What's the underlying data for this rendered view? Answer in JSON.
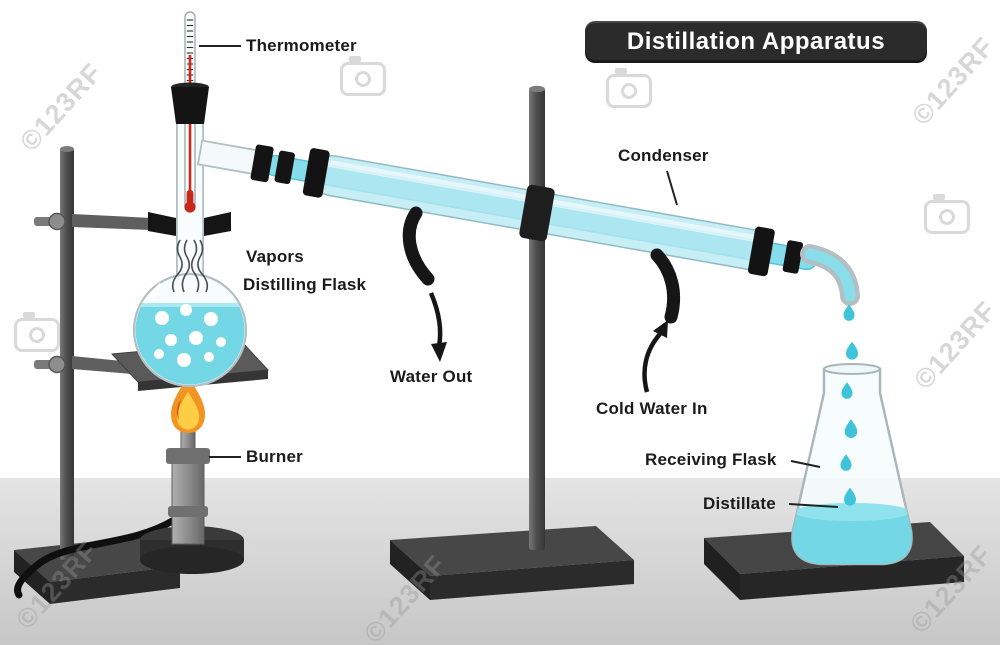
{
  "title": "Distillation Apparatus",
  "labels": {
    "thermometer": "Thermometer",
    "vapors": "Vapors",
    "distilling_flask": "Distilling Flask",
    "burner": "Burner",
    "water_out": "Water Out",
    "condenser": "Condenser",
    "cold_water_in": "Cold Water In",
    "receiving_flask": "Receiving Flask",
    "distillate": "Distillate"
  },
  "watermark": {
    "text": "©123RF"
  },
  "colors": {
    "liquid_blue": "#74D7E6",
    "condenser_tube_blue": "#85DCEA",
    "drop_blue": "#3EC3DA",
    "flame_orange": "#F29422",
    "flame_yellow": "#FFCE44",
    "mercury_red": "#C8281C",
    "stand_gray": "#4E4E4E",
    "base_dark": "#2B2B2B",
    "title_background": "#2B2B2B",
    "title_text": "#FFFFFF",
    "label_text": "#1B1B1B",
    "floor_gray": "#D6D6D6"
  }
}
